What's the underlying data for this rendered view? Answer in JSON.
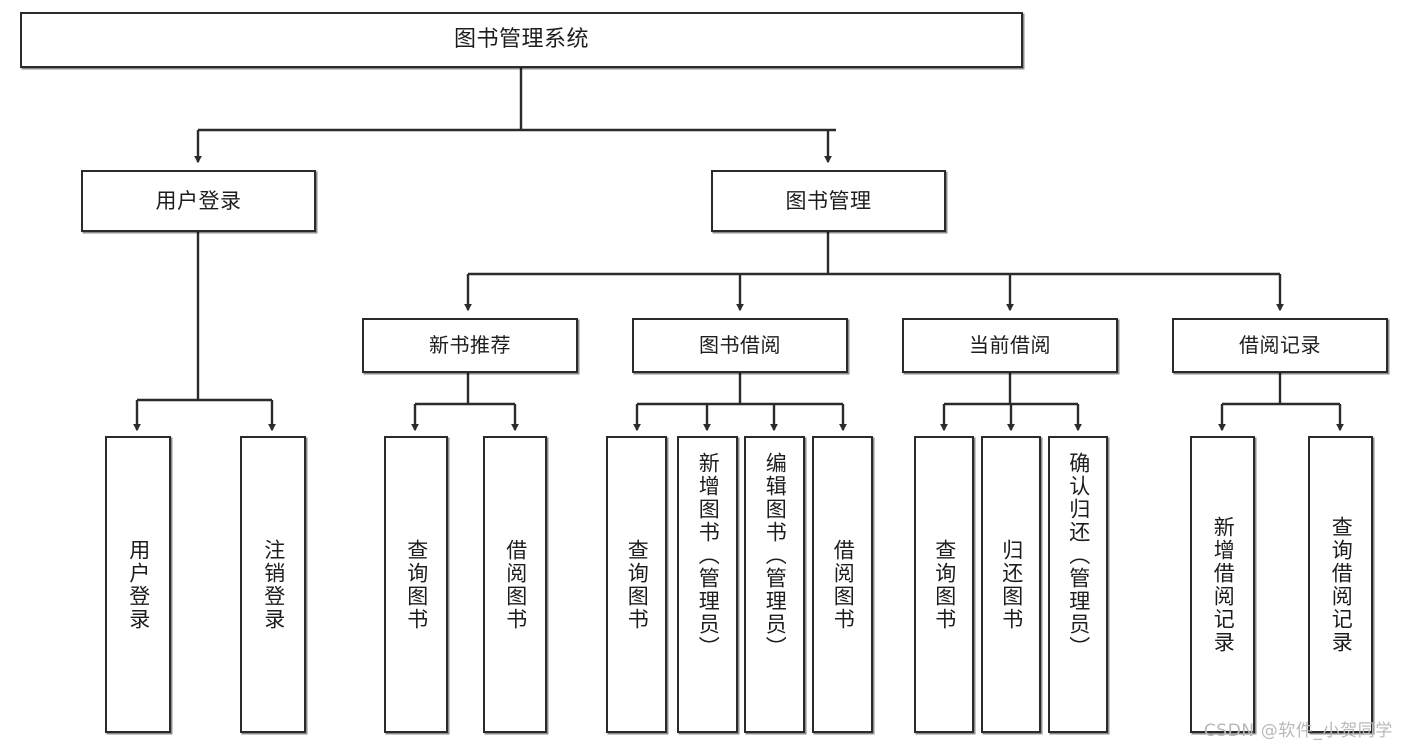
{
  "diagram": {
    "type": "tree-hierarchy-flowchart",
    "title": "图书管理系统",
    "watermark": "CSDN @软件_小贺同学",
    "colors": {
      "background": "#ffffff",
      "box_border": "#2b2b2b",
      "box_fill": "#ffffff",
      "connector": "#2b2b2b",
      "text": "#1d1d1d",
      "watermark": "#b9b9b9"
    },
    "nodes": {
      "root": {
        "label": "图书管理系统"
      },
      "level2": [
        {
          "label": "用户登录"
        },
        {
          "label": "图书管理"
        }
      ],
      "level3": [
        {
          "label": "新书推荐"
        },
        {
          "label": "图书借阅"
        },
        {
          "label": "当前借阅"
        },
        {
          "label": "借阅记录"
        }
      ],
      "leaves": {
        "user_login": [
          {
            "label": "用户登录"
          },
          {
            "label": "注销登录"
          }
        ],
        "new_book_recommend": [
          {
            "label": "查询图书"
          },
          {
            "label": "借阅图书"
          }
        ],
        "book_borrow": [
          {
            "label": "查询图书"
          },
          {
            "label": "新增图书（管理员）"
          },
          {
            "label": "编辑图书（管理员）"
          },
          {
            "label": "借阅图书"
          }
        ],
        "current_borrow": [
          {
            "label": "查询图书"
          },
          {
            "label": "归还图书"
          },
          {
            "label": "确认归还（管理员）"
          }
        ],
        "borrow_record": [
          {
            "label": "新增借阅记录"
          },
          {
            "label": "查询借阅记录"
          }
        ]
      }
    }
  }
}
